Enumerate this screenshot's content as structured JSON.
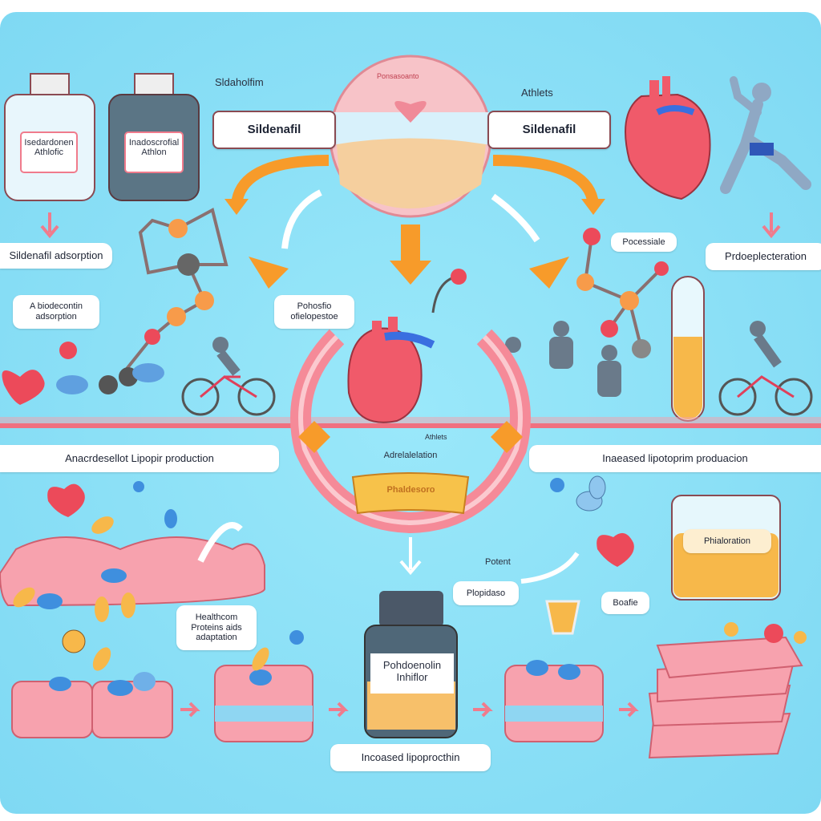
{
  "top": {
    "caption_left": "Sldaholfim",
    "caption_right": "Athlets",
    "circle_label": "Ponsasoanto",
    "sildenafil_left": "Sildenafil",
    "sildenafil_right": "Sildenafil"
  },
  "bottles": [
    {
      "label_line1": "Isedardonen",
      "label_line2": "Athlofic"
    },
    {
      "label_line1": "Inadoscrofial",
      "label_line2": "Athlon"
    }
  ],
  "labels": {
    "adsorption": "Sildenafil adsorption",
    "biodecontin_line1": "A biodecontin",
    "biodecontin_line2": "adsorption",
    "phospho_line1": "Pohosfio",
    "phospho_line2": "ofielopestoe",
    "pocessiale": "Pocessiale",
    "prdoeplect": "Prdoeplecteration",
    "left_production": "Anacrdesellot Lipopir production",
    "center_caption": "Adrelalelation",
    "center_athlets": "Athlets",
    "ribbon": "Phaldesoro",
    "right_production": "Inaeased lipotoprim produacion",
    "healthcom_line1": "Healthcom",
    "healthcom_line2": "Proteins aids",
    "healthcom_line3": "adaptation",
    "bottle_line1": "Pohdoenolin",
    "bottle_line2": "Inhiflor",
    "bottom": "Incoased lipoprocthin",
    "potent": "Potent",
    "plopidaso": "Plopidaso",
    "boafie": "Boafie",
    "beaker": "Phialoration"
  },
  "colors": {
    "background": "#8fe3f7",
    "pink": "#f58a98",
    "orange": "#f79b2a",
    "heart": "#ec4a5a",
    "blue_pill": "#3f8fde"
  }
}
